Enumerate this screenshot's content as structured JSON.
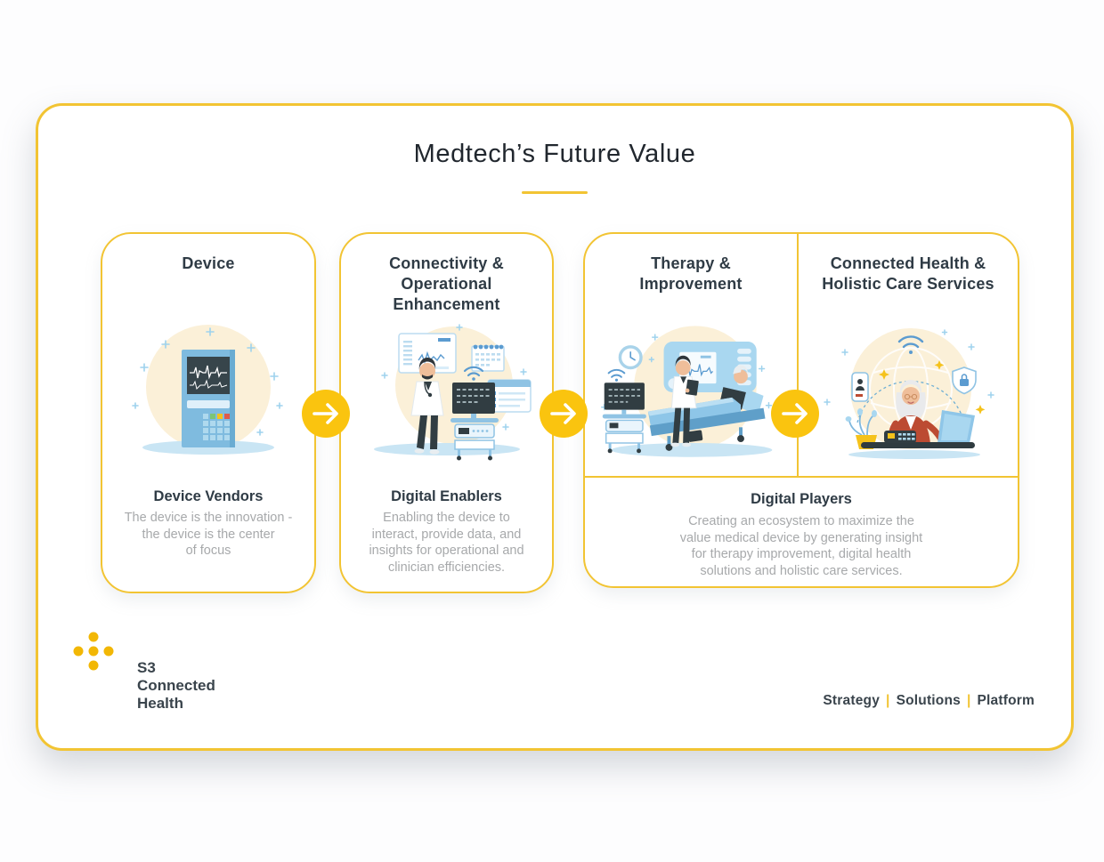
{
  "title": "Medtech’s Future Value",
  "stages": [
    {
      "title": "Device",
      "subtitle": "Device Vendors",
      "description": "The device is the innovation -\nthe device is the center\nof focus",
      "illustration": "ecg-monitor-device-illustration"
    },
    {
      "title": "Connectivity &\nOperational\nEnhancement",
      "subtitle": "Digital Enablers",
      "description": "Enabling the device to\ninteract, provide data, and\ninsights for operational and\nclinician efficiencies.",
      "illustration": "doctor-connected-cart-illustration"
    },
    {
      "title": "Therapy &\nImprovement",
      "illustration": "clinician-patient-bed-illustration"
    },
    {
      "title": "Connected Health &\nHolistic Care Services",
      "illustration": "remote-care-laptop-illustration"
    }
  ],
  "digital_players": {
    "subtitle": "Digital Players",
    "description": "Creating an ecosystem to maximize the\nvalue medical device by generating insight\nfor therapy improvement, digital health\nsolutions and holistic care services."
  },
  "arrows": {
    "icon": "arrow-right-icon",
    "count": 3
  },
  "footer": {
    "logo": {
      "icon": "s3-plus-dots-logo",
      "line1": "S3",
      "line2": "Connected",
      "line3": "Health"
    },
    "tagline": {
      "items": [
        "Strategy",
        "Solutions",
        "Platform"
      ],
      "separator": "|"
    }
  },
  "colors": {
    "accent_yellow": "#F2C433",
    "arrow_yellow": "#FAC40F",
    "logo_dot_yellow": "#F2B705",
    "title_dark": "#21272E",
    "heading_dark": "#2F3B45",
    "body_gray": "#A7A9AB",
    "illustration_cream": "#FBF0D8",
    "illustration_blue": "#7FBBDF",
    "illustration_dark": "#313D42",
    "illustration_red": "#BC4B32"
  }
}
